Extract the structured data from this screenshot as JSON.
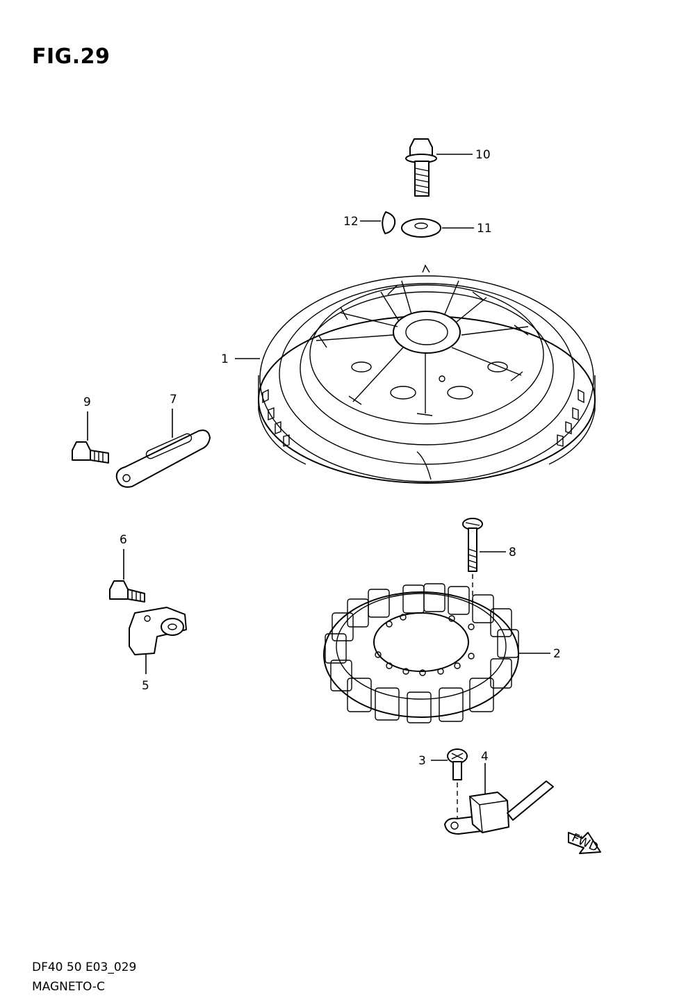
{
  "figure": {
    "title": "FIG.29",
    "model_code": "DF40 50 E03_029",
    "section_name": "MAGNETO-C"
  },
  "callouts": [
    {
      "id": "1",
      "part": "flywheel"
    },
    {
      "id": "2",
      "part": "stator"
    },
    {
      "id": "3",
      "part": "screw"
    },
    {
      "id": "4",
      "part": "pulser-coil"
    },
    {
      "id": "5",
      "part": "sensor"
    },
    {
      "id": "6",
      "part": "bolt"
    },
    {
      "id": "7",
      "part": "bracket-strap"
    },
    {
      "id": "8",
      "part": "screw"
    },
    {
      "id": "9",
      "part": "bolt"
    },
    {
      "id": "10",
      "part": "flywheel-bolt"
    },
    {
      "id": "11",
      "part": "washer"
    },
    {
      "id": "12",
      "part": "key"
    }
  ],
  "fwd_marker": "FWD"
}
